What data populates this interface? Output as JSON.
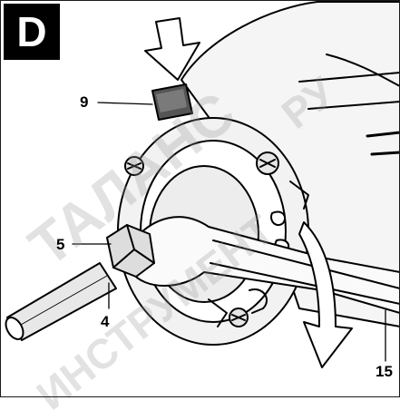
{
  "figure": {
    "panel_letter": "D",
    "callouts": {
      "arrow_lock_button": "9",
      "nut": "5",
      "spindle": "4",
      "wrench": "15"
    }
  },
  "watermark": {
    "text_1": "ТАЛАНС",
    "text_2": "ИНСТРУМЕНТ",
    "text_3": "РУ"
  }
}
